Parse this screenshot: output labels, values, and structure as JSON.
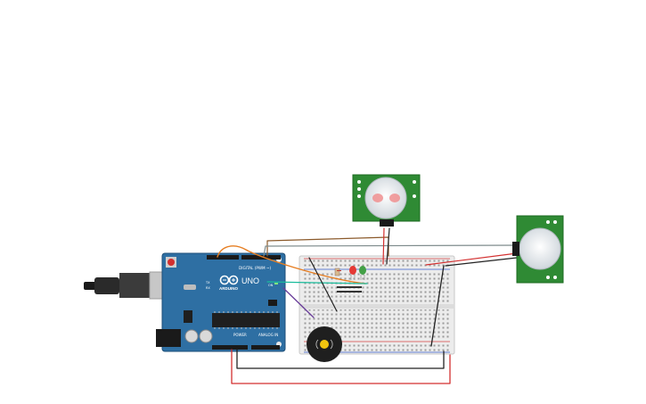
{
  "arduino": {
    "brand": "ARDUINO",
    "model": "UNO",
    "header_digital": "DIGITAL (PWM ~)",
    "header_power": "POWER",
    "header_analog": "ANALOG IN",
    "tx_label": "TX",
    "rx_label": "RX",
    "on_label": "ON",
    "board_color": "#2e6fa3"
  },
  "components": {
    "pir_sensors": [
      "PIR sensor 1",
      "PIR sensor 2"
    ],
    "leds": [
      {
        "name": "red-led",
        "color": "#e53935"
      },
      {
        "name": "green-led",
        "color": "#43a047"
      }
    ],
    "buzzer": "piezo",
    "breadboard": "half breadboard"
  },
  "wires": [
    {
      "name": "wire-orange",
      "color": "#e67e22"
    },
    {
      "name": "wire-cyan",
      "color": "#1abc9c"
    },
    {
      "name": "wire-purple",
      "color": "#6a3d9a"
    },
    {
      "name": "wire-brown",
      "color": "#8b5a2b"
    },
    {
      "name": "wire-gray",
      "color": "#7f8c8d"
    },
    {
      "name": "wire-red",
      "color": "#d32f2f"
    },
    {
      "name": "wire-black",
      "color": "#222222"
    }
  ]
}
